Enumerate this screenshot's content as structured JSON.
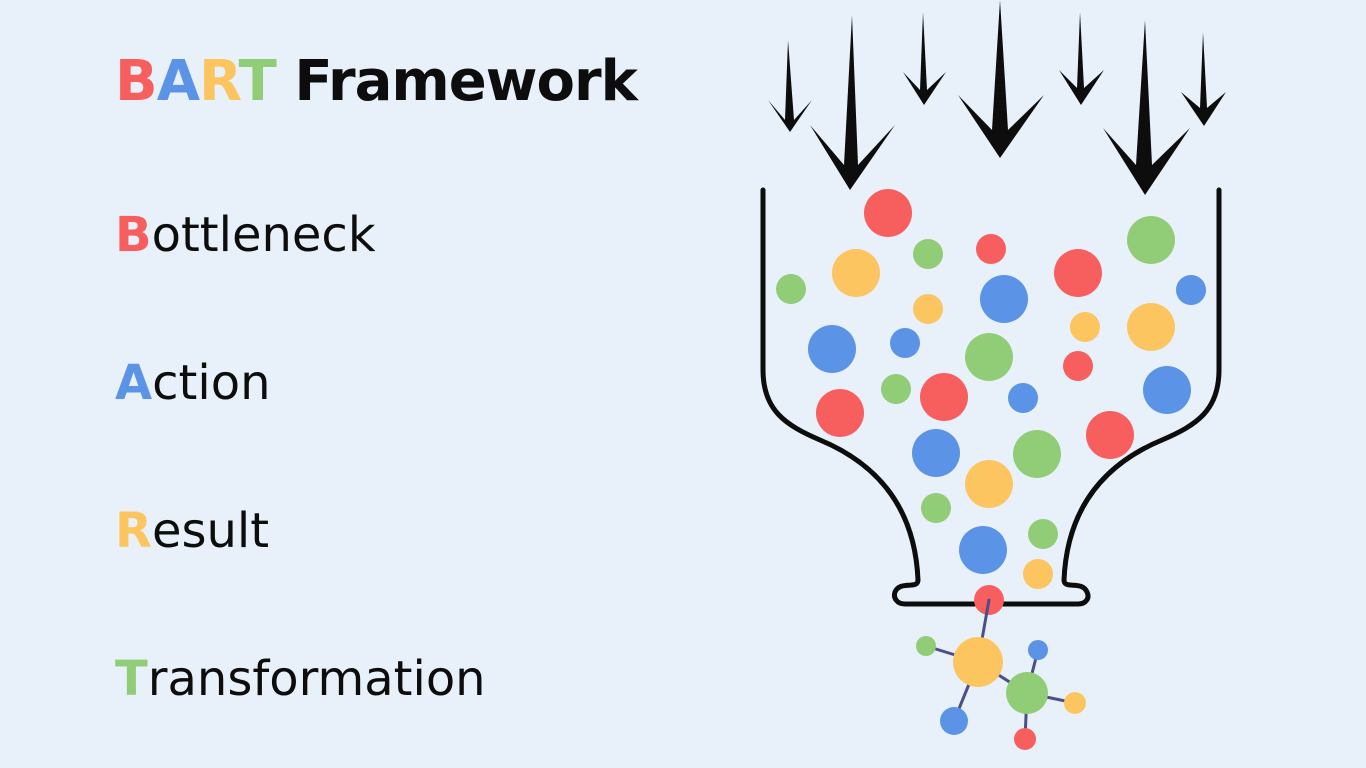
{
  "title": {
    "letters": [
      {
        "char": "B",
        "color": "#f75f5f"
      },
      {
        "char": "A",
        "color": "#5b93e6"
      },
      {
        "char": "R",
        "color": "#fcc560"
      },
      {
        "char": "T",
        "color": "#91cc77"
      }
    ],
    "rest": "Framework"
  },
  "items": [
    {
      "initial": "B",
      "rest": "ottleneck",
      "color": "#f75f5f"
    },
    {
      "initial": "A",
      "rest": "ction",
      "color": "#5b93e6"
    },
    {
      "initial": "R",
      "rest": "esult",
      "color": "#fcc560"
    },
    {
      "initial": "T",
      "rest": "ransformation",
      "color": "#91cc77"
    }
  ],
  "colors": {
    "red": "#f75f5f",
    "blue": "#5b93e6",
    "yellow": "#fcc560",
    "green": "#91cc77",
    "ink": "#0d0d0d",
    "link": "#4a4f8a",
    "background": "#e8f1fa"
  },
  "illustration": {
    "icons": [
      "down-arrow-icon",
      "funnel-icon",
      "ball-icon",
      "molecule-icon"
    ]
  }
}
